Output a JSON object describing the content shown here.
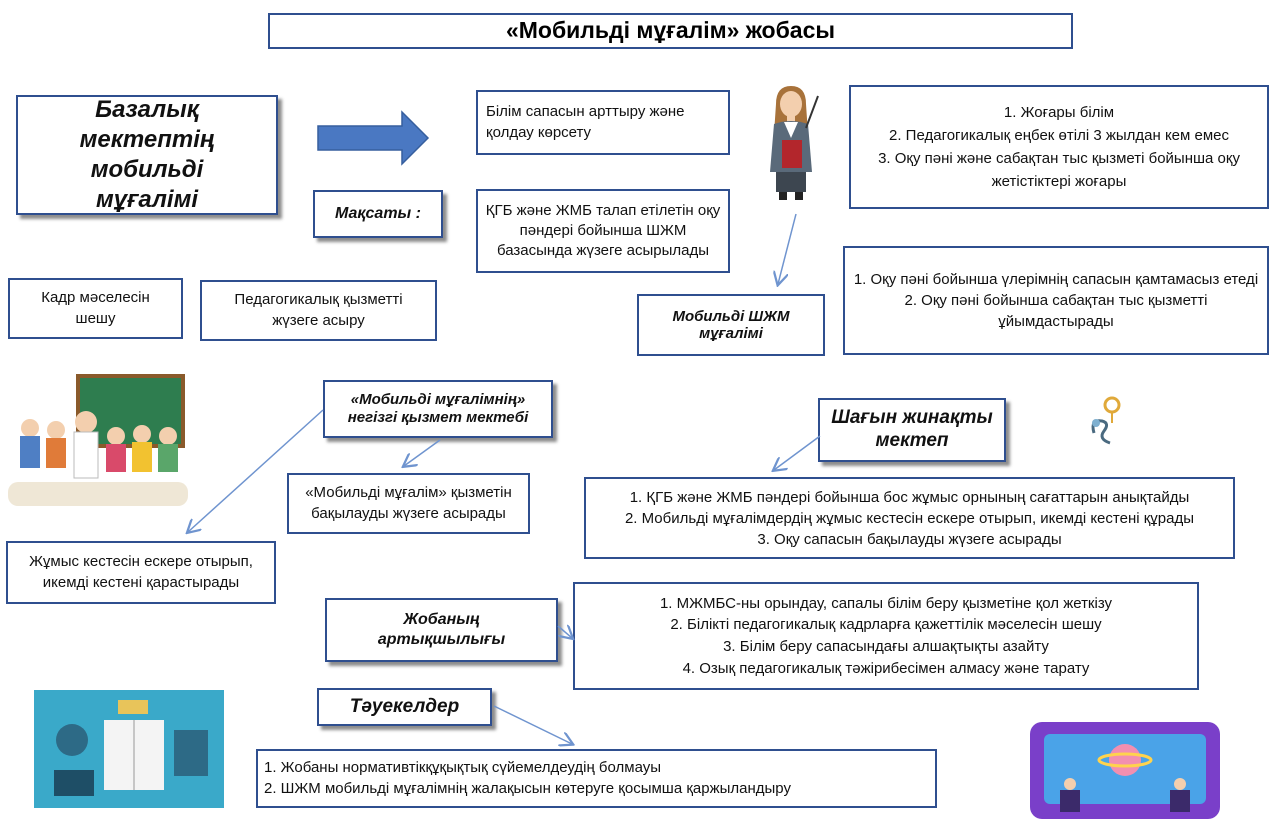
{
  "title": "«Мобильді мұғалім» жобасы",
  "main_label": "Базалық мектептің мобильді мұғалімі",
  "goal_label": "Мақсаты :",
  "goal_box1": "Білім сапасын арттыру және қолдау көрсету",
  "goal_box2": "ҚГБ және ЖМБ талап етілетін оқу пәндері бойынша ШЖМ базасында жүзеге асырылады",
  "kadr_box": "Кадр мәселесін шешу",
  "ped_box": "Педагогикалық қызметті жүзеге асыру",
  "requirements": [
    "1. Жоғары білім",
    "2. Педагогикалық еңбек өтілі 3 жылдан кем емес",
    "3. Оқу пәні және сабақтан тыс қызметі бойынша оқу жетістіктері жоғары"
  ],
  "mobile_teacher_label": "Мобильді ШЖМ мұғалімі",
  "duties": [
    "1.  Оқу пәні бойынша үлерімнің сапасын қамтамасыз етеді",
    "2.  Оқу пәні бойынша сабақтан тыс қызметті ұйымдастырады"
  ],
  "base_school_label": "«Мобильді мұғалімнің» негізгі қызмет мектебі",
  "base_school_box": "«Мобильді мұғалім» қызметін бақылауды жүзеге асырады",
  "schedule_box": "Жұмыс кестесін ескере отырып, икемді кестені қарастырады",
  "small_school_label": "Шағын жинақты мектеп",
  "small_school_items": [
    "1.  ҚГБ және ЖМБ пәндері бойынша бос жұмыс орнының сағаттарын анықтайды",
    "2. Мобильді мұғалімдердің жұмыс кестесін ескере отырып, икемді кестені құрады",
    "3. Оқу сапасын бақылауды жүзеге асырады"
  ],
  "advantages_label": "Жобаның артықшылығы",
  "advantages_items": [
    "1. МЖМБС-ны орындау, сапалы білім беру қызметіне қол жеткізу",
    "2. Білікті педагогикалық кадрларға қажеттілік мәселесін шешу",
    "3. Білім беру сапасындағы алшақтықты азайту",
    "4. Озық педагогикалық тәжірибесімен алмасу және тарату"
  ],
  "risks_label": "Тәуекелдер",
  "risks_items": [
    "1. Жобаны нормативтікқұқықтық сүйемелдеудің болмауы",
    "2. ШЖМ мобильді мұғалімнің жалақысын көтеруге қосымша қаржыландыру"
  ],
  "colors": {
    "border": "#2f4f8f",
    "arrow": "#4a78c2",
    "connector": "#6f94cf"
  }
}
